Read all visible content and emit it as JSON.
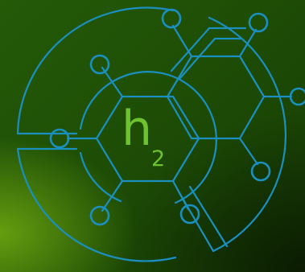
{
  "symbol": {
    "letter": "h",
    "subscript": "2"
  },
  "colors": {
    "line": "#1b8fc0",
    "symbol": "#6fc22f",
    "background": "#1f4a07"
  },
  "icon": "hydrogen-molecule-emblem"
}
